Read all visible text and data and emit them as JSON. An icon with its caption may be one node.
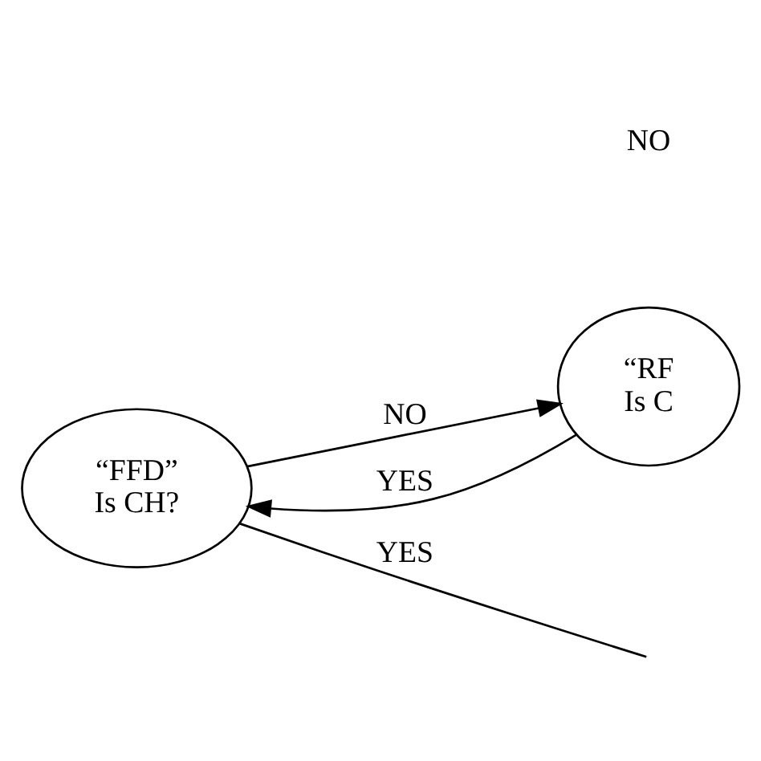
{
  "diagram": {
    "nodes": [
      {
        "text": [
          "“FFD”",
          "Is CH?"
        ]
      },
      {
        "text": [
          "“RF",
          "Is C"
        ]
      }
    ],
    "edges": [
      {
        "from": 0,
        "to": 1,
        "arrow": "to",
        "label": "NO"
      },
      {
        "from": 1,
        "to": 0,
        "arrow": "to",
        "label": "YES"
      },
      {
        "from": 0,
        "to": null,
        "arrow": "none",
        "label": "YES"
      }
    ],
    "labels": [
      "NO"
    ]
  }
}
